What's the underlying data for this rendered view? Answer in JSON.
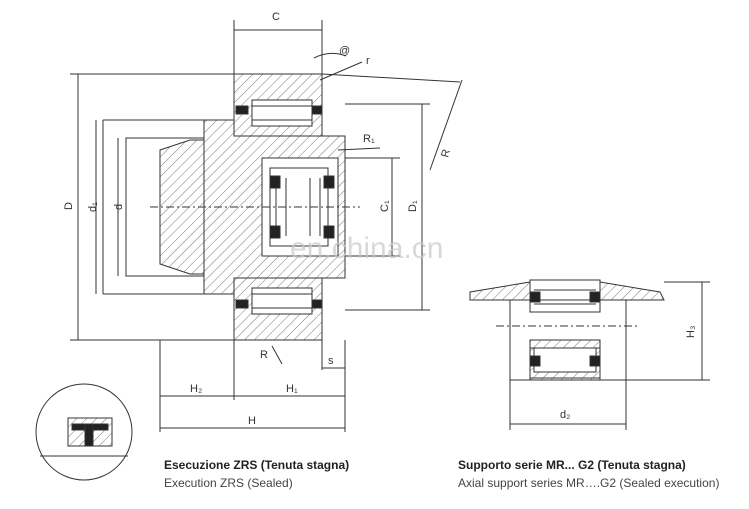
{
  "labels": {
    "C": "C",
    "at": "@",
    "r": "r",
    "R": "R",
    "R1": "R₁",
    "D": "D",
    "d1": "d₁",
    "d": "d",
    "C1": "C₁",
    "D1": "D₁",
    "R_small": "R",
    "s": "s",
    "H2": "H₂",
    "H1": "H₁",
    "H": "H",
    "H3": "H₃",
    "d2": "d₂"
  },
  "watermark": "en.china.cn",
  "captions": {
    "left_it": "Esecuzione ZRS (Tenuta stagna)",
    "left_en": "Execution ZRS (Sealed)",
    "right_it": "Supporto serie MR... G2 (Tenuta stagna)",
    "right_en": "Axial support series MR….G2 (Sealed execution)"
  }
}
